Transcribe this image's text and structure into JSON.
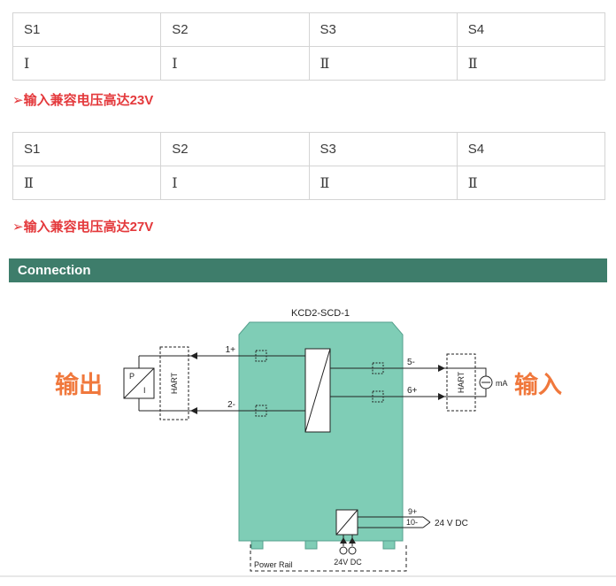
{
  "colors": {
    "note_red": "#e4393c",
    "accent_orange": "#f0783c",
    "section_green": "#3e7d6b",
    "device_teal": "#7fcdb6"
  },
  "table1": {
    "headers": [
      "S1",
      "S2",
      "S3",
      "S4"
    ],
    "values": [
      "Ⅰ",
      "Ⅰ",
      "Ⅱ",
      "Ⅱ"
    ]
  },
  "note1": "➢输入兼容电压高达23V",
  "table2": {
    "headers": [
      "S1",
      "S2",
      "S3",
      "S4"
    ],
    "values": [
      "Ⅱ",
      "Ⅰ",
      "Ⅱ",
      "Ⅱ"
    ]
  },
  "note2": "➢输入兼容电压高达27V",
  "section_title": "Connection",
  "diagram": {
    "device_label": "KCD2-SCD-1",
    "output_label": "输出",
    "input_label": "输入",
    "transmitter_p": "P",
    "transmitter_i": "I",
    "hart_left": "HART",
    "hart_right": "HART",
    "ma_label": "mA",
    "terminal_1": "1+",
    "terminal_2": "2-",
    "terminal_5": "5-",
    "terminal_6": "6+",
    "terminal_9": "9+",
    "terminal_10": "10-",
    "supply_label": "24 V DC",
    "rail_supply_label": "24V DC",
    "power_rail_label": "Power Rail"
  }
}
